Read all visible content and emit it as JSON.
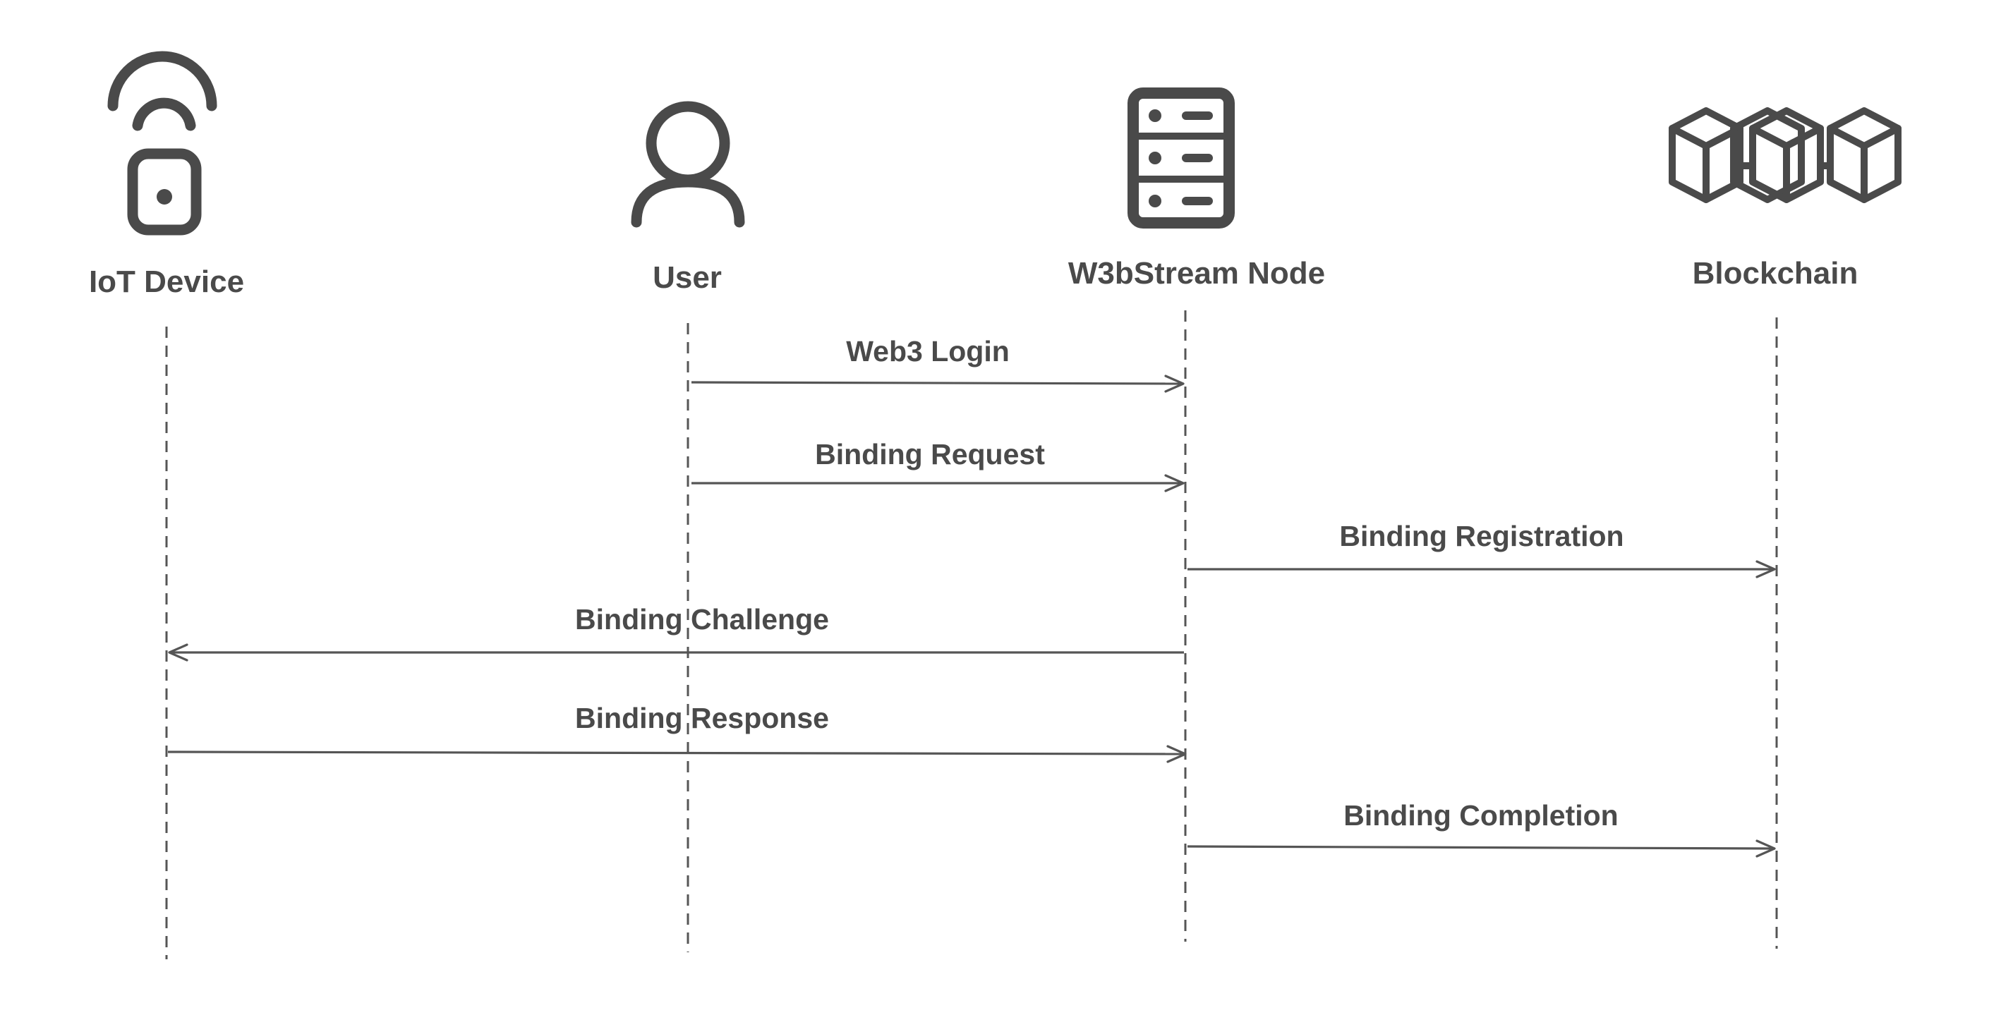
{
  "diagram": {
    "type": "sequence",
    "participants": [
      {
        "id": "iot",
        "label": "IoT Device",
        "icon": "iot-device-icon"
      },
      {
        "id": "user",
        "label": "User",
        "icon": "user-icon"
      },
      {
        "id": "node",
        "label": "W3bStream Node",
        "icon": "server-icon"
      },
      {
        "id": "chain",
        "label": "Blockchain",
        "icon": "blockchain-icon"
      }
    ],
    "messages": [
      {
        "label": "Web3 Login",
        "from": "user",
        "to": "node"
      },
      {
        "label": "Binding Request",
        "from": "user",
        "to": "node"
      },
      {
        "label": "Binding Registration",
        "from": "node",
        "to": "chain"
      },
      {
        "label": "Binding Challenge",
        "from": "node",
        "to": "iot"
      },
      {
        "label": "Binding Response",
        "from": "iot",
        "to": "node"
      },
      {
        "label": "Binding Completion",
        "from": "node",
        "to": "chain"
      }
    ],
    "colors": {
      "line": "#555555",
      "text": "#4a4a4a",
      "background": "#ffffff"
    }
  }
}
